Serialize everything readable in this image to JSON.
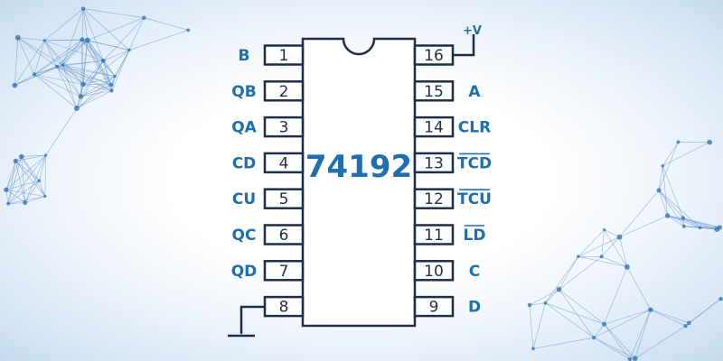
{
  "chip": {
    "name": "74192",
    "body_color": "#ffffff",
    "outline_color": "#1c2f4a",
    "label_color": "#1e6fb0",
    "vcc_label": "+V"
  },
  "pins": {
    "left": [
      {
        "num": "1",
        "label": "B",
        "overline": false
      },
      {
        "num": "2",
        "label": "QB",
        "overline": false
      },
      {
        "num": "3",
        "label": "QA",
        "overline": false
      },
      {
        "num": "4",
        "label": "CD",
        "overline": false
      },
      {
        "num": "5",
        "label": "CU",
        "overline": false
      },
      {
        "num": "6",
        "label": "QC",
        "overline": false
      },
      {
        "num": "7",
        "label": "QD",
        "overline": false
      },
      {
        "num": "8",
        "label": "",
        "overline": false
      }
    ],
    "right": [
      {
        "num": "16",
        "label": "",
        "overline": false
      },
      {
        "num": "15",
        "label": "A",
        "overline": false
      },
      {
        "num": "14",
        "label": "CLR",
        "overline": false
      },
      {
        "num": "13",
        "label": "TCD",
        "overline": true
      },
      {
        "num": "12",
        "label": "TCU",
        "overline": true
      },
      {
        "num": "11",
        "label": "LD",
        "overline": true
      },
      {
        "num": "10",
        "label": "C",
        "overline": false
      },
      {
        "num": "9",
        "label": "D",
        "overline": false
      }
    ]
  }
}
